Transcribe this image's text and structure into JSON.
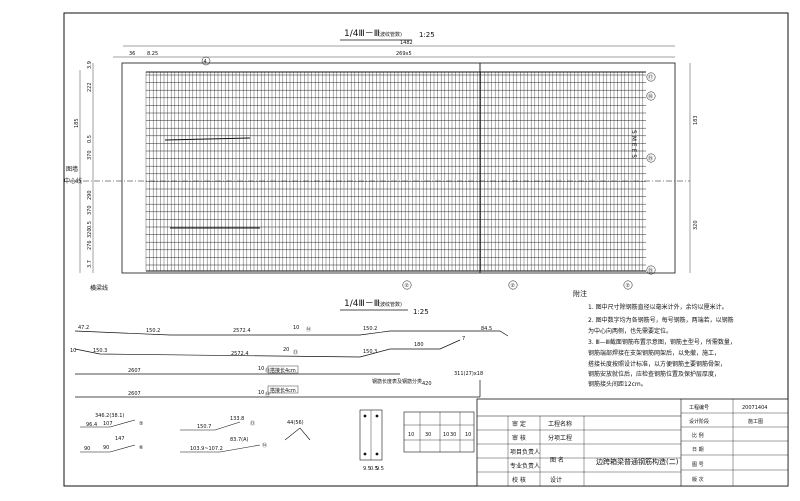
{
  "elevation": {
    "title": "1/4Ⅲ－Ⅲ",
    "title_note": "(波纹管数)",
    "scale": "1:25",
    "dim_top_total": "1482",
    "dim_top_left": "36",
    "dim_top_small": "8.25",
    "dim_spacing": "269x5",
    "left_dims": [
      "3.9",
      "222",
      "185",
      "0.5",
      "370",
      "290",
      "370",
      "0.5",
      "320",
      "276",
      "3.7"
    ],
    "right_dims": [
      "183",
      "320"
    ],
    "left_label_1": "图墙",
    "left_label_2": "中心线",
    "bottom_left_label": "横梁线",
    "marker_top": "④",
    "right_markers": [
      "⑰",
      "⑱",
      "⑲",
      "⑲"
    ],
    "bottom_markers": [
      "②",
      "②",
      "②"
    ],
    "mid_text": "5 M E E 5"
  },
  "plan": {
    "title": "1/4Ⅲ－Ⅲ",
    "title_note": "(波纹管数)",
    "scale": "1:25"
  },
  "bars": {
    "row1": {
      "left_dim": "47.2",
      "seg1": "150.2",
      "seg2": "2572.4",
      "callout": "10",
      "callout_mark": "⑭",
      "seg3": "150.2",
      "right_dim": "84.5"
    },
    "row2": {
      "left_dim": "10",
      "seg1": "150.3",
      "seg2": "2572.4",
      "callout": "20",
      "callout_mark": "⑬",
      "seg3": "150.3",
      "right_dim": "7",
      "mid_dim": "180"
    },
    "row3": {
      "len": "2607",
      "callout": "10",
      "callout_mark": "⑬",
      "note": "搭接长4cm"
    },
    "row4": {
      "len": "2607",
      "callout": "10",
      "callout_mark": "⑭",
      "note": "搭接长4cm",
      "dim": "420",
      "small_dim": "311(27)x18"
    },
    "small_shapes": [
      {
        "top": "346.2(38.1)",
        "dim": "96.4",
        "mark": "⑤",
        "val": "107"
      },
      {
        "top": "147",
        "dim": "90",
        "mark": "⑥",
        "val": "90"
      },
      {
        "top": "133.8",
        "dim": "150.7",
        "mark": "⑬",
        "val": ""
      },
      {
        "top": "83.7(A)",
        "dim": "103.9~107.2",
        "mark": "⑭",
        "val": ""
      },
      {
        "top": "44(56)",
        "dim": "",
        "mark": "",
        "val": ""
      }
    ],
    "table_caption": "钢筋长度表及钢筋分类",
    "section_dims": [
      "9.5",
      "0.5",
      "9.5"
    ],
    "rebar_dims": [
      "10",
      "30",
      "10",
      "30",
      "10"
    ]
  },
  "notes": {
    "heading": "附注",
    "lines": [
      "1. 图中尺寸除钢筋直径以毫米计外，余均以厘米计。",
      "2. 图中数字均为各钢筋号，每号钢筋，两端若，以钢筋",
      "   为中心向两侧，也先需要定位。",
      "3. Ⅲ—Ⅲ截面钢筋布置示意图，钢筋主型号，所需数量，",
      "   钢筋端部焊接在支架钢筋网架后，以免撤，施工，",
      "   搭接长度按照设计标准，以方便钢筋主要钢筋骨架，",
      "   钢筋安放就位后，应检查钢筋位置及保护层厚度，",
      "   钢筋接头间距12cm。"
    ]
  },
  "title_block": {
    "rows_left": [
      "审 定",
      "审 核",
      "项目负责人",
      "专业负责人",
      "校 核"
    ],
    "project_labels": [
      "工程名称",
      "分项工程"
    ],
    "figure_label": "图 名",
    "design_label": "设计",
    "drawing_title": "边跨箱梁普通钢筋构造(二)",
    "right_labels": [
      "工程编号",
      "设计阶段",
      "比 例",
      "日 期",
      "图 号",
      "版 次"
    ],
    "right_values": [
      "20071404",
      "施工图",
      "",
      "",
      "",
      ""
    ]
  }
}
